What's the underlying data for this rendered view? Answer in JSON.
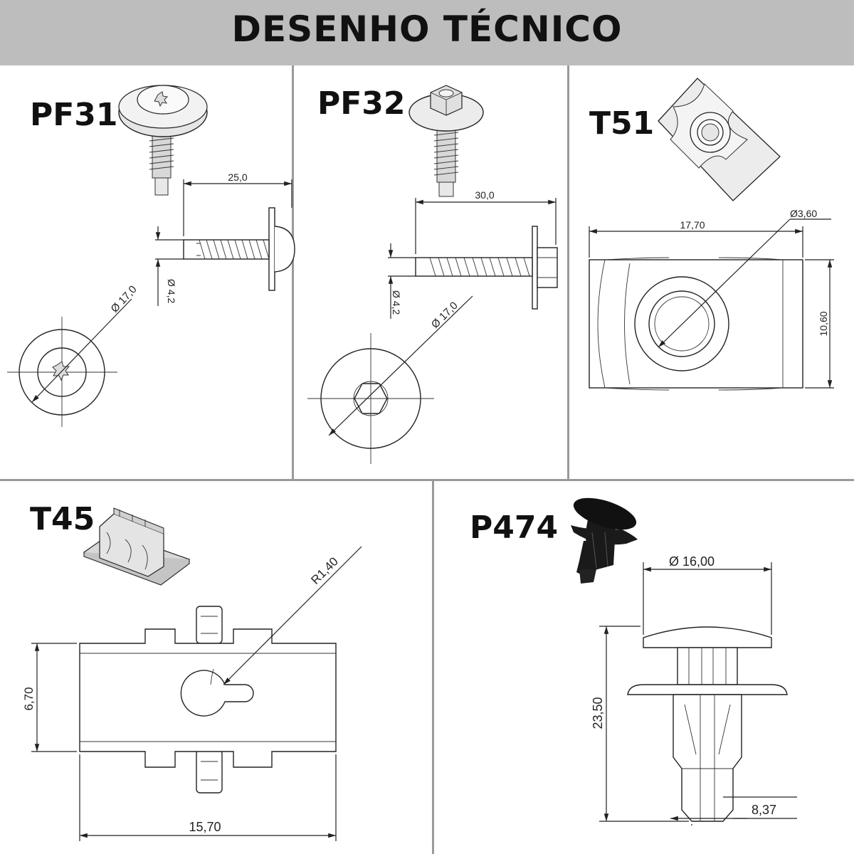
{
  "header": {
    "title": "DESENHO TÉCNICO"
  },
  "parts": {
    "pf31": {
      "label": "PF31",
      "length": "25,0",
      "shaft_dia": "Ø 4,2",
      "head_dia": "Ø 17,0"
    },
    "pf32": {
      "label": "PF32",
      "length": "30,0",
      "shaft_dia": "Ø 4,2",
      "head_dia": "Ø 17,0"
    },
    "t51": {
      "label": "T51",
      "width": "17,70",
      "hole_dia": "Ø3,60",
      "height": "10,60"
    },
    "t45": {
      "label": "T45",
      "radius": "R1,40",
      "height": "6,70",
      "width": "15,70"
    },
    "p474": {
      "label": "P474",
      "head_dia": "Ø 16,00",
      "length": "23,50",
      "tip_width": "8,37"
    }
  }
}
